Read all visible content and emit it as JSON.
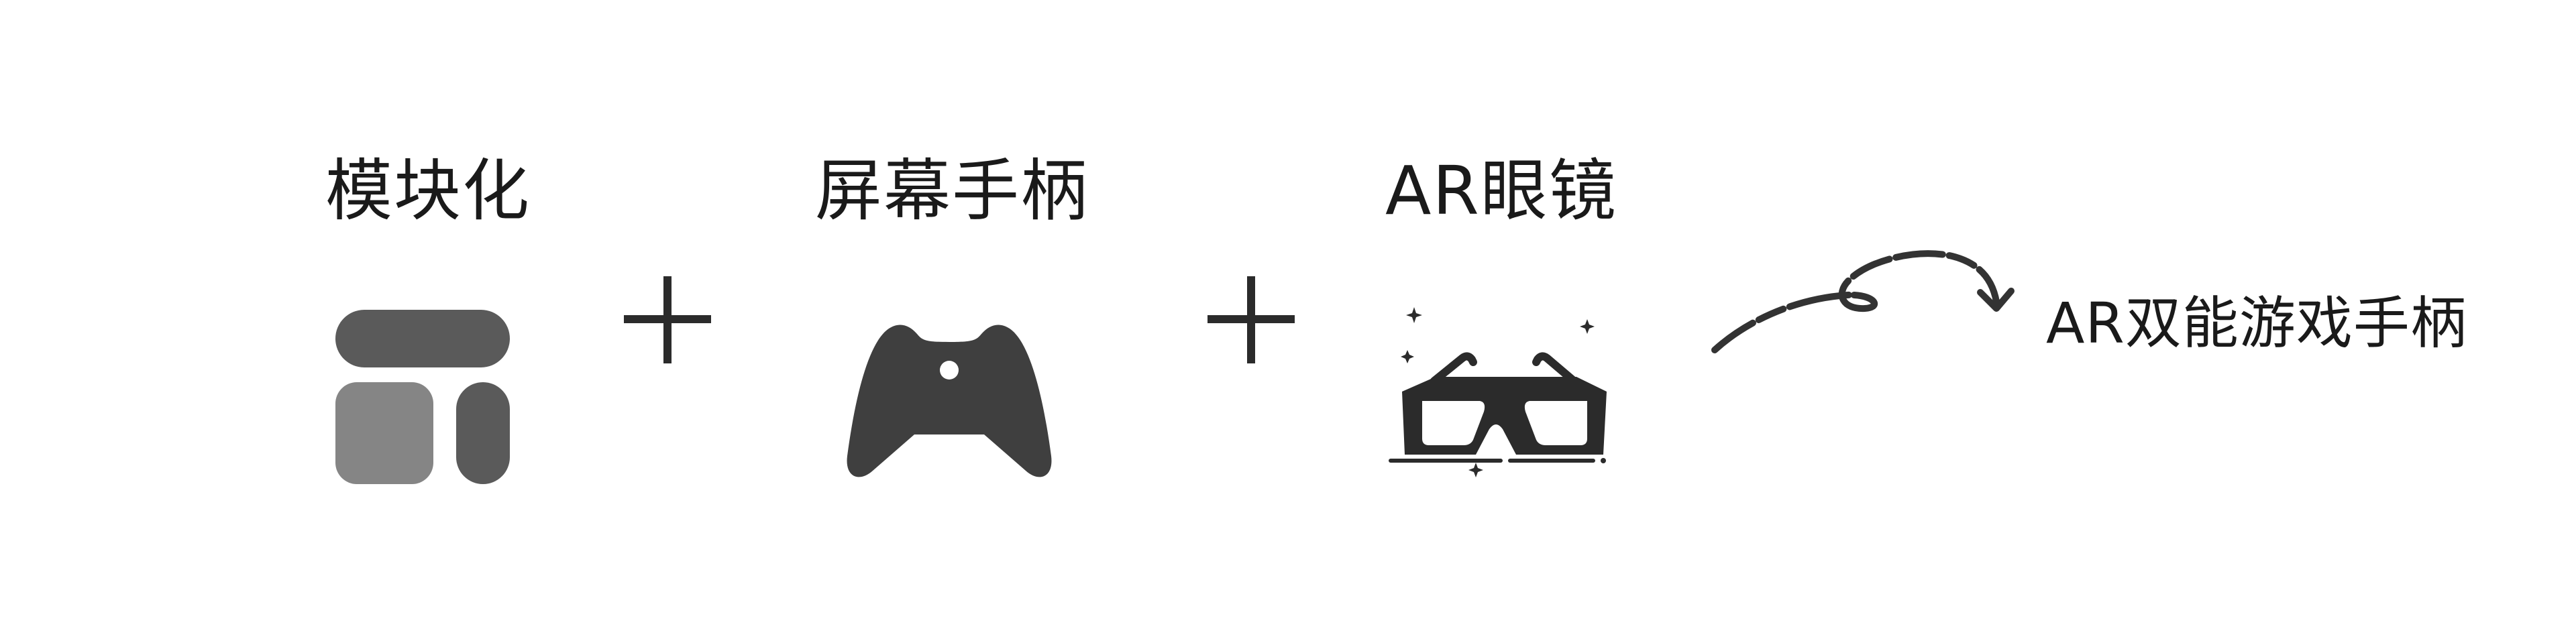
{
  "labels": {
    "modular": "模块化",
    "screen_controller": "屏幕手柄",
    "ar_glasses": "AR眼镜",
    "result": "AR双能游戏手柄"
  },
  "icons": {
    "modular": "modular-layout-icon",
    "controller": "game-controller-icon",
    "glasses": "3d-glasses-icon",
    "arrow": "curly-arrow-icon",
    "plus": "plus-icon"
  },
  "colors": {
    "text": "#1a1a1a",
    "icon_dark": "#3f3f3f",
    "icon_mid": "#5a5a5a",
    "icon_light": "#858585",
    "glasses": "#2b2b2b"
  }
}
